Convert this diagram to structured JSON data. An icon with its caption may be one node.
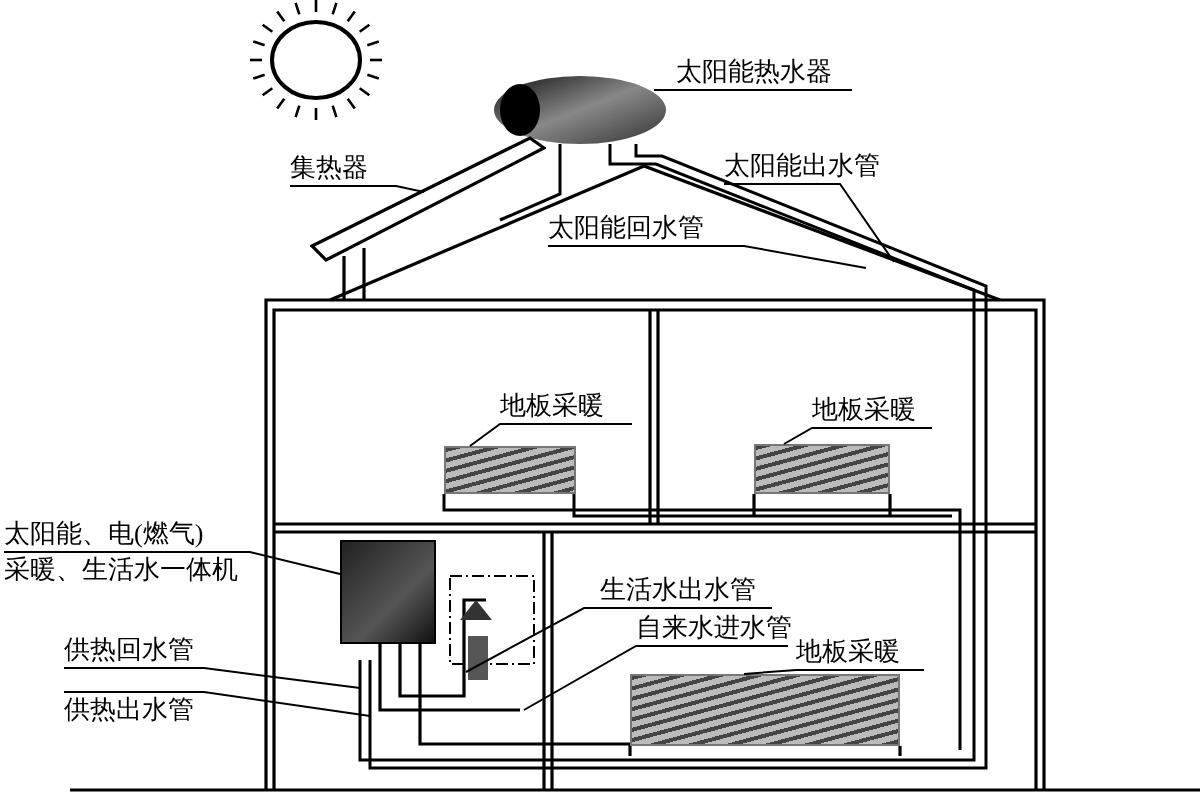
{
  "diagram": {
    "nodes": [
      {
        "text": [
          "太阳能热水器"
        ]
      },
      {
        "text": [],
        "shape": "picture"
      },
      {
        "text": [
          "集热器"
        ]
      },
      {
        "text": [],
        "shape": "picture"
      },
      {
        "text": [
          "太阳能出水管"
        ]
      },
      {
        "text": [
          "太阳能回水管"
        ]
      },
      {
        "text": [
          "地板采暖"
        ]
      },
      {
        "text": [],
        "shape": "picture"
      },
      {
        "text": [
          "地板采暖"
        ]
      },
      {
        "text": [],
        "shape": "picture"
      },
      {
        "text": [
          "太阳能、电(燃气) 采暖、生活水一体机"
        ]
      },
      {
        "text": [],
        "shape": "picture"
      },
      {
        "text": [
          "供热回水管"
        ]
      },
      {
        "text": [
          "供热出水管"
        ]
      },
      {
        "text": [
          "生活水出水管"
        ]
      },
      {
        "text": [
          "自来水进水管"
        ]
      },
      {
        "text": [
          "地板采暖"
        ]
      },
      {
        "text": [],
        "shape": "picture"
      }
    ],
    "edges": [
      {
        "from": 0,
        "to": 1,
        "arrow": "none"
      },
      {
        "from": 2,
        "to": 3,
        "arrow": "none"
      },
      {
        "from": 4,
        "to": null,
        "arrow": "none"
      },
      {
        "from": 5,
        "to": null,
        "arrow": "none"
      },
      {
        "from": 6,
        "to": 7,
        "arrow": "none"
      },
      {
        "from": 8,
        "to": 9,
        "arrow": "none"
      },
      {
        "from": 10,
        "to": 11,
        "arrow": "none"
      },
      {
        "from": 12,
        "to": null,
        "arrow": "none"
      },
      {
        "from": 13,
        "to": null,
        "arrow": "none"
      },
      {
        "from": 14,
        "to": null,
        "arrow": "none"
      },
      {
        "from": 15,
        "to": null,
        "arrow": "none"
      },
      {
        "from": 16,
        "to": 17,
        "arrow": "none"
      }
    ]
  }
}
